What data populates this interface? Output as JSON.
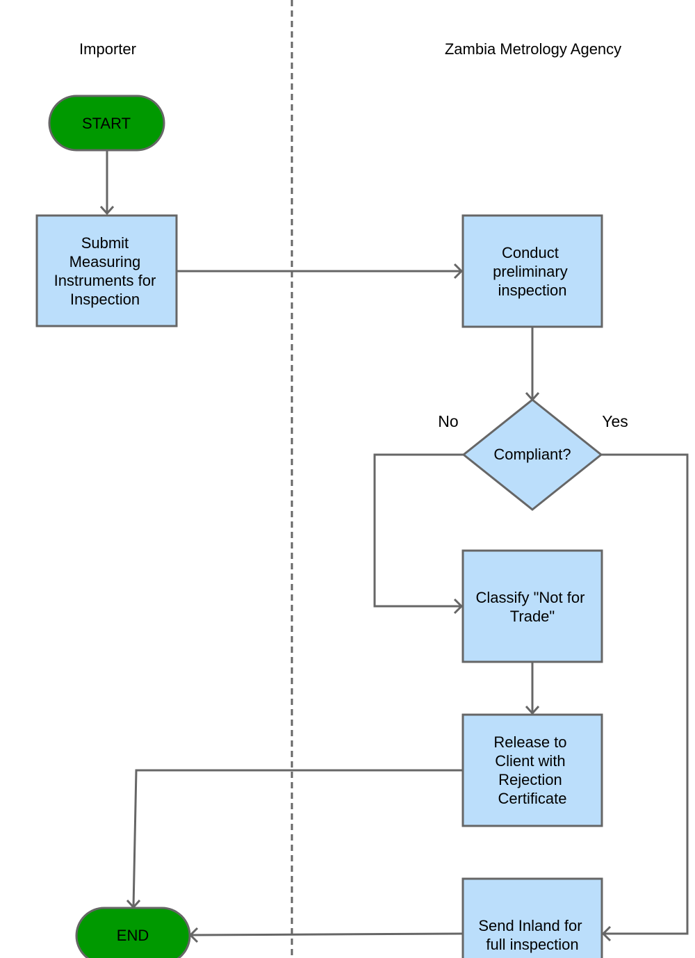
{
  "lanes": {
    "importer": "Importer",
    "agency": "Zambia Metrology Agency"
  },
  "nodes": {
    "start": "START",
    "submit": [
      "Submit",
      "Measuring",
      "Instruments for",
      "Inspection"
    ],
    "preliminary": [
      "Conduct",
      "preliminary",
      "inspection"
    ],
    "compliant": "Compliant?",
    "classify": [
      "Classify \"Not for",
      "Trade\""
    ],
    "release": [
      "Release to",
      "Client with",
      "Rejection",
      "Certificate"
    ],
    "send_inland": [
      "Send Inland for",
      "full inspection"
    ],
    "end": "END"
  },
  "edge_labels": {
    "no": "No",
    "yes": "Yes"
  },
  "colors": {
    "terminal_fill": "#009900",
    "process_fill": "#bbdefb",
    "stroke": "#666666",
    "divider": "#666666"
  }
}
